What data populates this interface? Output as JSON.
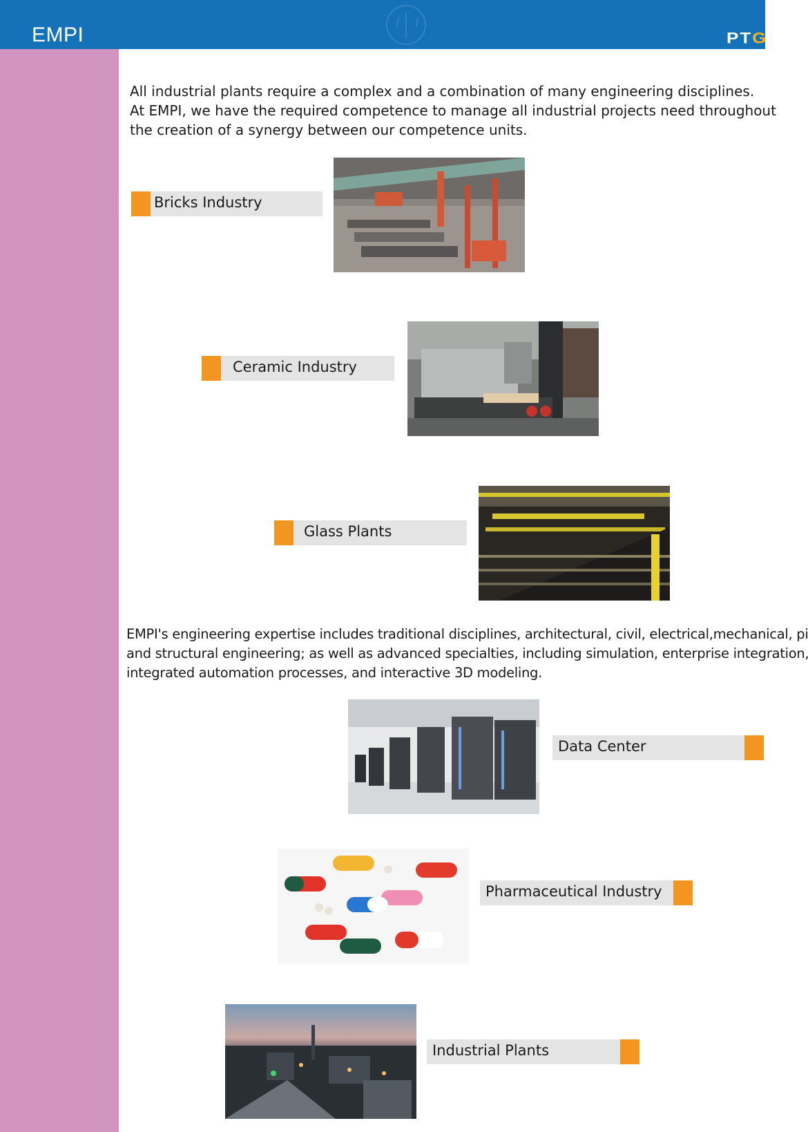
{
  "header": {
    "brand_left": "EMPI",
    "brand_right_main": "PT",
    "brand_right_accent": "G"
  },
  "intro": {
    "lines": [
      "All industrial plants require a complex and a combination of many engineering disciplines.",
      "At EMPI, we have the required competence to manage all industrial projects need throughout",
      "the creation of a synergy between our competence units."
    ]
  },
  "industries": [
    {
      "label": "Bricks Industry",
      "image": "bricks-factory-photo"
    },
    {
      "label": "Ceramic Industry",
      "image": "ceramic-production-line-photo"
    },
    {
      "label": "Glass Plants",
      "image": "glass-plant-photo"
    },
    {
      "label": "Data Center",
      "image": "server-racks-photo"
    },
    {
      "label": "Pharmaceutical Industry",
      "image": "capsules-photo"
    },
    {
      "label": "Industrial Plants",
      "image": "plant-at-dusk-photo"
    }
  ],
  "expertise": {
    "lines": [
      "EMPI's engineering expertise includes traditional disciplines, architectural, civil, electrical,mechanical, piping,",
      "and structural engineering; as well as advanced specialties, including simulation, enterprise integration,",
      "integrated automation processes, and interactive 3D modeling."
    ]
  },
  "colors": {
    "header": "#1572b9",
    "sidebar": "#d194c1",
    "accent": "#f39521",
    "tag_background": "#e4e4e4"
  }
}
